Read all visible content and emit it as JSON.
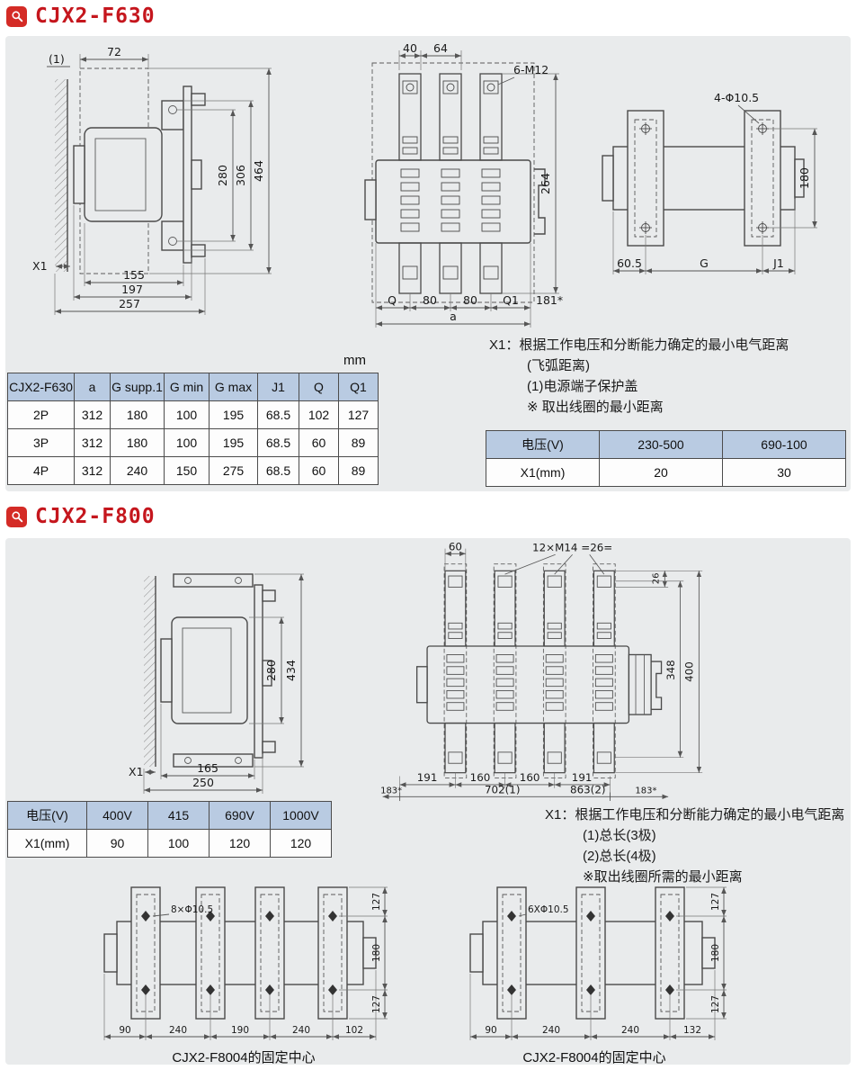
{
  "f630": {
    "section_title": "CJX2-F630",
    "unit_label": "mm",
    "side": {
      "d72": "72",
      "l1": "(1)",
      "d280": "280",
      "d306": "306",
      "d464": "464",
      "x1": "X1",
      "d155": "155",
      "d197": "197",
      "d257": "257"
    },
    "front": {
      "d40": "40",
      "d64": "64",
      "m12": "6-M12",
      "d264": "264",
      "q": "Q",
      "d80a": "80",
      "d80b": "80",
      "q1": "Q1",
      "d181": "181*",
      "a": "a"
    },
    "mount": {
      "holes": "4-Φ10.5",
      "d180": "180",
      "d605": "60.5",
      "g": "G",
      "j1": "J1"
    },
    "dim_table": {
      "headers": [
        "CJX2-F630",
        "a",
        "G supp.1",
        "G min",
        "G max",
        "J1",
        "Q",
        "Q1"
      ],
      "rows": [
        [
          "2P",
          "312",
          "180",
          "100",
          "195",
          "68.5",
          "102",
          "127"
        ],
        [
          "3P",
          "312",
          "180",
          "100",
          "195",
          "68.5",
          "60",
          "89"
        ],
        [
          "4P",
          "312",
          "240",
          "150",
          "275",
          "68.5",
          "60",
          "89"
        ]
      ]
    },
    "notes": [
      "X1：根据工作电压和分断能力确定的最小电气距离",
      "(飞弧距离)",
      "(1)电源端子保护盖",
      "※ 取出线圈的最小距离"
    ],
    "volt_table": {
      "header": [
        "电压(V)",
        "230-500",
        "690-100"
      ],
      "row": [
        "X1(mm)",
        "20",
        "30"
      ]
    }
  },
  "f800": {
    "section_title": "CJX2-F800",
    "side": {
      "d280": "280",
      "d434": "434",
      "x1": "X1",
      "d165": "165",
      "d250": "250"
    },
    "front": {
      "d60": "60",
      "m14": "12×M14 =26=",
      "d26": "26",
      "d348": "348",
      "d400": "400",
      "d191a": "191",
      "d160a": "160",
      "d160b": "160",
      "d191b": "191",
      "d183a": "183*",
      "d702": "702(1)",
      "d863": "863(2)",
      "d183b": "183*"
    },
    "volt_table": {
      "header": [
        "电压(V)",
        "400V",
        "415",
        "690V",
        "1000V"
      ],
      "row": [
        "X1(mm)",
        "90",
        "100",
        "120",
        "120"
      ]
    },
    "notes": [
      "X1：根据工作电压和分断能力确定的最小电气距离",
      "(1)总长(3极)",
      "(2)总长(4极)",
      "※取出线圈所需的最小距离"
    ],
    "mount_left": {
      "holes": "8×Φ10.5",
      "d127t": "127",
      "d180": "180",
      "d127b": "127",
      "d90": "90",
      "d240a": "240",
      "d190": "190",
      "d240b": "240",
      "d102": "102",
      "caption": "CJX2-F8004的固定中心"
    },
    "mount_right": {
      "holes": "6XΦ10.5",
      "d127t": "127",
      "d180": "180",
      "d127b": "127",
      "d90": "90",
      "d240a": "240",
      "d240b": "240",
      "d132": "132",
      "caption": "CJX2-F8004的固定中心"
    }
  }
}
